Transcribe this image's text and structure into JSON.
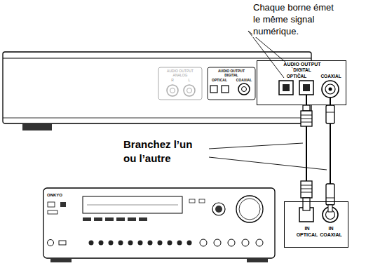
{
  "diagram": {
    "nodes": [
      {
        "text": [
          "AUDIO OUTPUT",
          "DIGITAL",
          "OPTICAL",
          "COAXIAL"
        ]
      },
      {
        "text": [
          "IN OPTICAL",
          "IN COAXIAL"
        ]
      }
    ],
    "edges": [
      {
        "from": 0,
        "to": 1,
        "arrow": "none"
      },
      {
        "from": 0,
        "to": 1,
        "arrow": "none"
      }
    ],
    "labels": [
      "Chaque borne émet le même signal numérique.",
      "Branchez l’un ou l’autre",
      "AUDIO OUTPUT",
      "ANALOG",
      "R",
      "L",
      "AUDIO OUTPUT",
      "DIGITAL",
      "OPTICAL",
      "COAXIAL",
      "ONKYO"
    ]
  }
}
